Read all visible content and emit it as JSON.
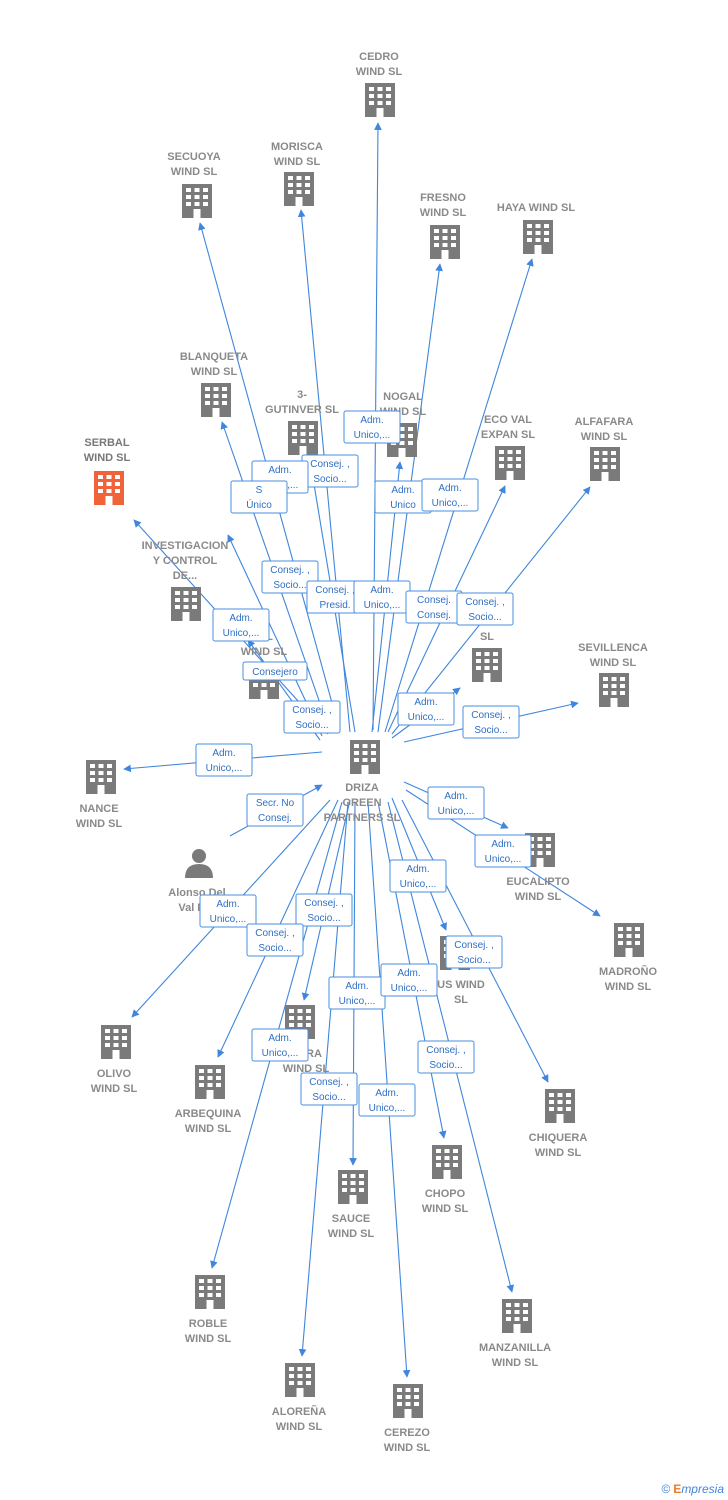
{
  "colors": {
    "edge": "#3f86dc",
    "building": "#7a7a7a",
    "building_highlight": "#f0623a",
    "label": "#8a8a8a"
  },
  "footer": {
    "copyright": "©",
    "brand_first": "E",
    "brand_rest": "mpresia"
  },
  "center": {
    "label_lines": [
      "DRIZA",
      "GREEN",
      "PARTNERS SL"
    ]
  },
  "nodes": [
    {
      "id": "cedro",
      "lines": [
        "CEDRO",
        "WIND SL"
      ]
    },
    {
      "id": "secuoya",
      "lines": [
        "SECUOYA",
        "WIND SL"
      ]
    },
    {
      "id": "morisca",
      "lines": [
        "MORISCA",
        "WIND SL"
      ]
    },
    {
      "id": "fresno",
      "lines": [
        "FRESNO",
        "WIND SL"
      ]
    },
    {
      "id": "haya",
      "lines": [
        "HAYA WIND SL"
      ]
    },
    {
      "id": "blanqueta",
      "lines": [
        "BLANQUETA",
        "WIND SL"
      ]
    },
    {
      "id": "gutinver",
      "lines": [
        "3-",
        "GUTINVER SL"
      ]
    },
    {
      "id": "nogal",
      "lines": [
        "NOGAL",
        "WIND SL"
      ]
    },
    {
      "id": "ecoval",
      "lines": [
        "ECO VAL",
        "EXPAN SL"
      ]
    },
    {
      "id": "alfafara",
      "lines": [
        "ALFAFARA",
        "WIND SL"
      ]
    },
    {
      "id": "serbal",
      "lines": [
        "SERBAL",
        "WIND SL"
      ],
      "highlight": true
    },
    {
      "id": "investigacion",
      "lines": [
        "INVESTIGACION",
        "Y CONTROL",
        "DE..."
      ]
    },
    {
      "id": "ial",
      "lines": [
        "IAL",
        "WIND SL"
      ]
    },
    {
      "id": "o_sl",
      "lines": [
        "O",
        "SL"
      ]
    },
    {
      "id": "sevillenca",
      "lines": [
        "SEVILLENCA",
        "WIND SL"
      ]
    },
    {
      "id": "nance",
      "lines": [
        "NANCE",
        "WIND SL"
      ]
    },
    {
      "id": "alonso",
      "lines": [
        "Alonso Del",
        "Val M..."
      ],
      "person": true
    },
    {
      "id": "eucalipto",
      "lines": [
        "EUCALIPTO",
        "WIND SL"
      ]
    },
    {
      "id": "madrono",
      "lines": [
        "MADROÑO",
        "WIND SL"
      ]
    },
    {
      "id": "us_wind",
      "lines": [
        "US WIND",
        "SL"
      ]
    },
    {
      "id": "olivo",
      "lines": [
        "OLIVO",
        "WIND SL"
      ]
    },
    {
      "id": "abra",
      "lines": [
        "ABRA",
        "WIND SL"
      ]
    },
    {
      "id": "arbequina",
      "lines": [
        "ARBEQUINA",
        "WIND SL"
      ]
    },
    {
      "id": "chiquera",
      "lines": [
        "CHIQUERA",
        "WIND SL"
      ]
    },
    {
      "id": "sauce",
      "lines": [
        "SAUCE",
        "WIND SL"
      ]
    },
    {
      "id": "chopo",
      "lines": [
        "CHOPO",
        "WIND SL"
      ]
    },
    {
      "id": "roble",
      "lines": [
        "ROBLE",
        "WIND SL"
      ]
    },
    {
      "id": "manzanilla",
      "lines": [
        "MANZANILLA",
        "WIND SL"
      ]
    },
    {
      "id": "alorena",
      "lines": [
        "ALOREÑA",
        "WIND SL"
      ]
    },
    {
      "id": "cerezo",
      "lines": [
        "CEREZO",
        "WIND SL"
      ]
    }
  ],
  "edge_labels": [
    {
      "id": "l1",
      "lines": [
        "Adm.",
        "Unico,..."
      ]
    },
    {
      "id": "l2",
      "lines": [
        "Consej. ,",
        "Socio..."
      ]
    },
    {
      "id": "l3",
      "lines": [
        "Adm.",
        "Unico,..."
      ]
    },
    {
      "id": "l4",
      "lines": [
        "S",
        "Único"
      ]
    },
    {
      "id": "l5",
      "lines": [
        "Adm.",
        "Unico"
      ]
    },
    {
      "id": "l6",
      "lines": [
        "Adm.",
        "Unico,..."
      ]
    },
    {
      "id": "l7",
      "lines": [
        "Consej. ,",
        "Socio..."
      ]
    },
    {
      "id": "l8",
      "lines": [
        "Consej. ,",
        "Presid."
      ]
    },
    {
      "id": "l9",
      "lines": [
        "Adm.",
        "Unico,..."
      ]
    },
    {
      "id": "l10",
      "lines": [
        "Consej.",
        "Consej."
      ]
    },
    {
      "id": "l11",
      "lines": [
        "Consej. ,",
        "Socio..."
      ]
    },
    {
      "id": "l12",
      "lines": [
        "Adm.",
        "Unico,..."
      ]
    },
    {
      "id": "l13",
      "lines": [
        "Consejero"
      ]
    },
    {
      "id": "l14",
      "lines": [
        "Consej. ,",
        "Socio..."
      ]
    },
    {
      "id": "l15",
      "lines": [
        "Adm.",
        "Unico,..."
      ]
    },
    {
      "id": "l16",
      "lines": [
        "Consej. ,",
        "Socio..."
      ]
    },
    {
      "id": "l17",
      "lines": [
        "Adm.",
        "Unico,..."
      ]
    },
    {
      "id": "l18",
      "lines": [
        "Secr. No",
        "Consej."
      ]
    },
    {
      "id": "l19",
      "lines": [
        "Adm.",
        "Unico,..."
      ]
    },
    {
      "id": "l20",
      "lines": [
        "Adm.",
        "Unico,..."
      ]
    },
    {
      "id": "l21",
      "lines": [
        "Adm.",
        "Unico,..."
      ]
    },
    {
      "id": "l22",
      "lines": [
        "Adm.",
        "Unico,..."
      ]
    },
    {
      "id": "l23",
      "lines": [
        "Consej. ,",
        "Socio..."
      ]
    },
    {
      "id": "l24",
      "lines": [
        "Consej. ,",
        "Socio..."
      ]
    },
    {
      "id": "l25",
      "lines": [
        "Consej. ,",
        "Socio..."
      ]
    },
    {
      "id": "l26",
      "lines": [
        "Adm.",
        "Unico,..."
      ]
    },
    {
      "id": "l27",
      "lines": [
        "Adm.",
        "Unico,..."
      ]
    },
    {
      "id": "l28",
      "lines": [
        "Adm.",
        "Unico,..."
      ]
    },
    {
      "id": "l29",
      "lines": [
        "Consej. ,",
        "Socio..."
      ]
    },
    {
      "id": "l30",
      "lines": [
        "Consej. ,",
        "Socio..."
      ]
    },
    {
      "id": "l31",
      "lines": [
        "Adm.",
        "Unico,..."
      ]
    }
  ]
}
